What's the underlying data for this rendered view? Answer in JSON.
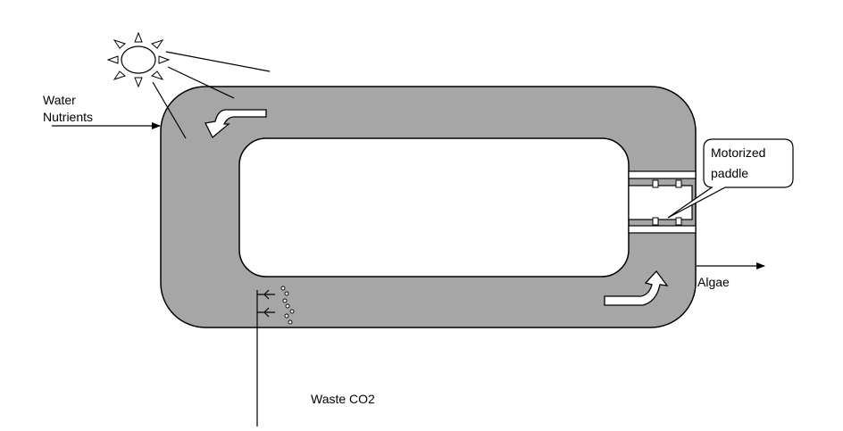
{
  "labels": {
    "input_line1": "Water",
    "input_line2": "Nutrients",
    "paddle_line1": "Motorized",
    "paddle_line2": "paddle",
    "output": "Algae",
    "co2": "Waste CO2"
  },
  "colors": {
    "pond": "#a6a6a6",
    "stroke": "#000000",
    "background": "#ffffff"
  },
  "icons": [
    "sun-icon",
    "flow-arrow-icon",
    "bubbles-icon",
    "paddle-icon"
  ]
}
